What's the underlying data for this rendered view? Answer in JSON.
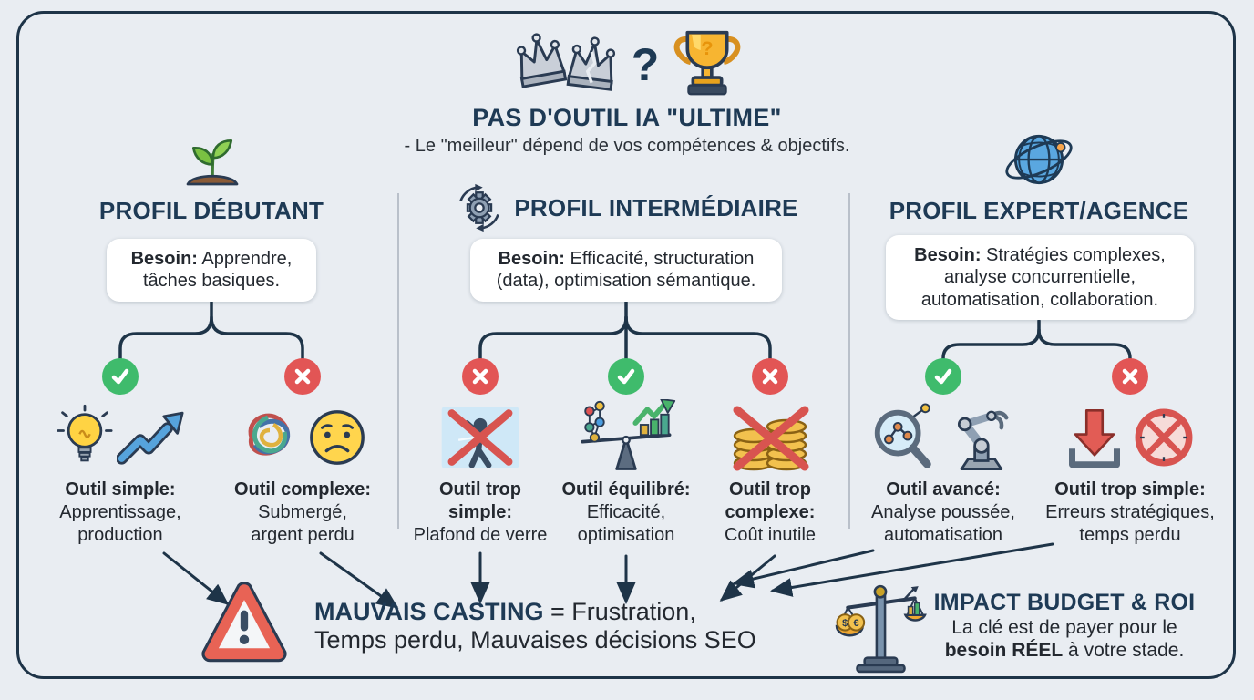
{
  "header": {
    "icons": [
      "broken-crowns-icon",
      "question-mark-icon",
      "trophy-icon"
    ],
    "question_mark": "?",
    "trophy_mark": "?",
    "title": "PAS D'OUTIL IA \"ULTIME\"",
    "subtitle": "- Le \"meilleur\" dépend de vos compétences & objectifs."
  },
  "columns": [
    {
      "icon": "seedling-icon",
      "title": "PROFIL DÉBUTANT",
      "besoin_label": "Besoin:",
      "besoin_text": " Apprendre, tâches basiques.",
      "options": [
        {
          "verdict": "check",
          "icons": [
            "lightbulb-icon",
            "growth-arrow-icon"
          ],
          "bold1": "Outil simple:",
          "text1": "Apprentissage,",
          "text2": "production"
        },
        {
          "verdict": "cross",
          "icons": [
            "tangled-knot-icon",
            "sad-face-icon"
          ],
          "bold1": "Outil complexe:",
          "text1": "Submergé,",
          "text2": "argent perdu"
        }
      ]
    },
    {
      "icon": "gear-cycle-icon",
      "title": "PROFIL INTERMÉDIAIRE",
      "besoin_label": "Besoin:",
      "besoin_text": " Efficacité, structuration (data), optimisation sémantique.",
      "options": [
        {
          "verdict": "cross",
          "icons": [
            "glass-ceiling-icon"
          ],
          "bold1": "Outil trop",
          "bold2": "simple:",
          "text1": "Plafond de verre"
        },
        {
          "verdict": "check",
          "icons": [
            "balanced-scale-growth-icon"
          ],
          "bold1": "Outil équilibré:",
          "text1": "Efficacité,",
          "text2": "optimisation"
        },
        {
          "verdict": "cross",
          "icons": [
            "crossed-coins-icon"
          ],
          "bold1": "Outil trop",
          "bold2": "complexe:",
          "text1": "Coût inutile"
        }
      ]
    },
    {
      "icon": "globe-orbit-icon",
      "title": "PROFIL EXPERT/AGENCE",
      "besoin_label": "Besoin:",
      "besoin_text": " Stratégies complexes, analyse concurrentielle, automatisation, collaboration.",
      "options": [
        {
          "verdict": "check",
          "icons": [
            "magnifier-data-icon",
            "robot-arm-icon"
          ],
          "bold1": "Outil avancé:",
          "text1": "Analyse poussée,",
          "text2": "automatisation"
        },
        {
          "verdict": "cross",
          "icons": [
            "download-arrow-icon",
            "no-time-icon"
          ],
          "bold1": "Outil trop simple:",
          "text1": "Erreurs stratégiques,",
          "text2": "temps perdu"
        }
      ]
    }
  ],
  "footer": {
    "warning": {
      "icon": "warning-triangle-icon",
      "title": "MAUVAIS CASTING",
      "line1_rest": " = Frustration,",
      "line2": "Temps perdu, Mauvaises décisions SEO"
    },
    "budget": {
      "icon": "budget-scale-icon",
      "title": "IMPACT BUDGET & ROI",
      "line1": "La clé est de payer pour le",
      "line2_bold": "besoin RÉEL",
      "line2_rest": " à votre stade."
    }
  },
  "colors": {
    "background": "#e9edf2",
    "frame_navy": "#1e3448",
    "title_navy": "#1e3a55",
    "text_dark": "#23282f",
    "check_green": "#3fbb6c",
    "cross_red": "#e25555",
    "card_white": "#ffffff",
    "divider_gray": "#b9c0ca"
  }
}
